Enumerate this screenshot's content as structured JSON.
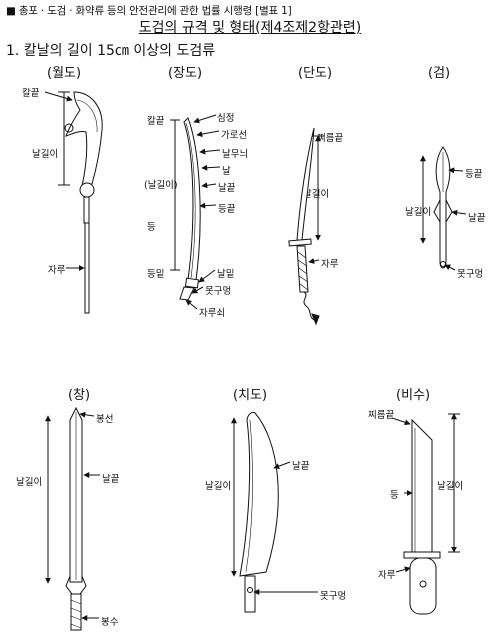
{
  "header": "■ 총포 · 도검 · 화약류 등의 안전관리에 관한 법률 시행령 [별표 1]",
  "title": "도검의 규격 및 형태(제4조제2항관련)",
  "section": "1. 칼날의 길이 15㎝ 이상의 도검류",
  "weapons": [
    {
      "name": "(월도)",
      "parts": [
        "칼끝",
        "날길이",
        "자루"
      ]
    },
    {
      "name": "(장도)",
      "parts": [
        "칼끝",
        "심정",
        "가로선",
        "날무늬",
        "날",
        "(날길이)",
        "날끝",
        "등끝",
        "등",
        "등밑",
        "날밑",
        "못구멍",
        "자루쇠"
      ]
    },
    {
      "name": "(단도)",
      "parts": [
        "찌름끝",
        "날길이",
        "자루"
      ]
    },
    {
      "name": "(검)",
      "parts": [
        "등끝",
        "날길이",
        "날끝",
        "못구멍"
      ]
    },
    {
      "name": "(창)",
      "parts": [
        "봉선",
        "날길이",
        "날끝",
        "봉수"
      ]
    },
    {
      "name": "(치도)",
      "parts": [
        "날끝",
        "날길이",
        "못구멍"
      ]
    },
    {
      "name": "(비수)",
      "parts": [
        "찌름끝",
        "등",
        "날길이",
        "자루"
      ]
    }
  ]
}
